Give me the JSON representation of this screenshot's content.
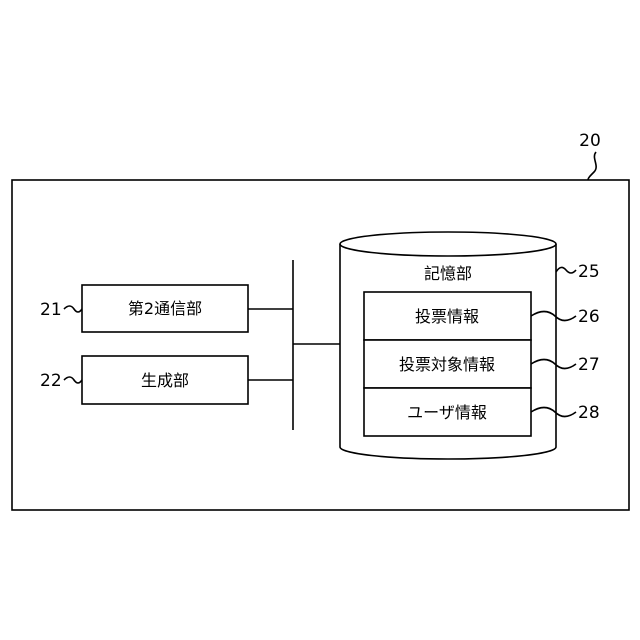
{
  "device": {
    "ref": "20"
  },
  "left_blocks": [
    {
      "ref": "21",
      "label": "第2通信部"
    },
    {
      "ref": "22",
      "label": "生成部"
    }
  ],
  "storage": {
    "ref": "25",
    "label": "記憶部",
    "items": [
      {
        "ref": "26",
        "label": "投票情報"
      },
      {
        "ref": "27",
        "label": "投票対象情報"
      },
      {
        "ref": "28",
        "label": "ユーザ情報"
      }
    ]
  }
}
